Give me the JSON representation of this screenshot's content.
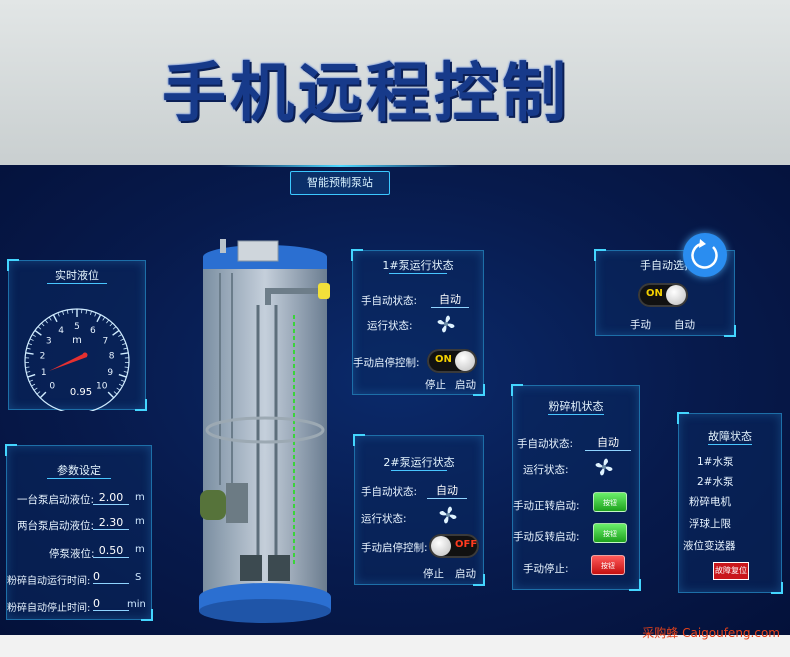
{
  "title": "手机远程控制",
  "station_label": "智能预制泵站",
  "watermark": "采购蜂 Caigoufeng.com",
  "gauge": {
    "title": "实时液位",
    "unit": "m",
    "value": "0.95",
    "ticks": [
      "0",
      "1",
      "2",
      "3",
      "4",
      "5",
      "6",
      "7",
      "8",
      "9",
      "10"
    ]
  },
  "params": {
    "title": "参数设定",
    "rows": [
      {
        "label": "一台泵启动液位:",
        "value": "2.00",
        "unit": "m"
      },
      {
        "label": "两台泵启动液位:",
        "value": "2.30",
        "unit": "m"
      },
      {
        "label": "停泵液位:",
        "value": "0.50",
        "unit": "m"
      },
      {
        "label": "粉碎自动运行时间:",
        "value": "0",
        "unit": "S"
      },
      {
        "label": "粉碎自动停止时间:",
        "value": "0",
        "unit": "min"
      }
    ]
  },
  "pump1": {
    "title": "1#泵运行状态",
    "mode_label": "手自动状态:",
    "mode_value": "自动",
    "run_label": "运行状态:",
    "control_label": "手动启停控制:",
    "toggle_text": "ON",
    "stop_label": "停止",
    "start_label": "启动"
  },
  "pump2": {
    "title": "2#泵运行状态",
    "mode_label": "手自动状态:",
    "mode_value": "自动",
    "run_label": "运行状态:",
    "control_label": "手动启停控制:",
    "toggle_text": "OFF",
    "stop_label": "停止",
    "start_label": "启动"
  },
  "mode_switch": {
    "title": "手自动选择",
    "toggle_text": "ON",
    "manual_label": "手动",
    "auto_label": "自动"
  },
  "crusher": {
    "title": "粉碎机状态",
    "mode_label": "手自动状态:",
    "mode_value": "自动",
    "run_label": "运行状态:",
    "forward_label": "手动正转启动:",
    "reverse_label": "手动反转启动:",
    "stop_label": "手动停止:",
    "button_text": "按钮"
  },
  "fault": {
    "title": "故障状态",
    "items": [
      "1#水泵",
      "2#水泵",
      "粉碎电机",
      "浮球上限",
      "液位变送器"
    ],
    "reset_label": "故障复位"
  },
  "colors": {
    "accent": "#44d6ff",
    "panel": "#0a285f",
    "title": "#173a8a",
    "on": "#f4d000",
    "off": "#ff3b1f"
  }
}
